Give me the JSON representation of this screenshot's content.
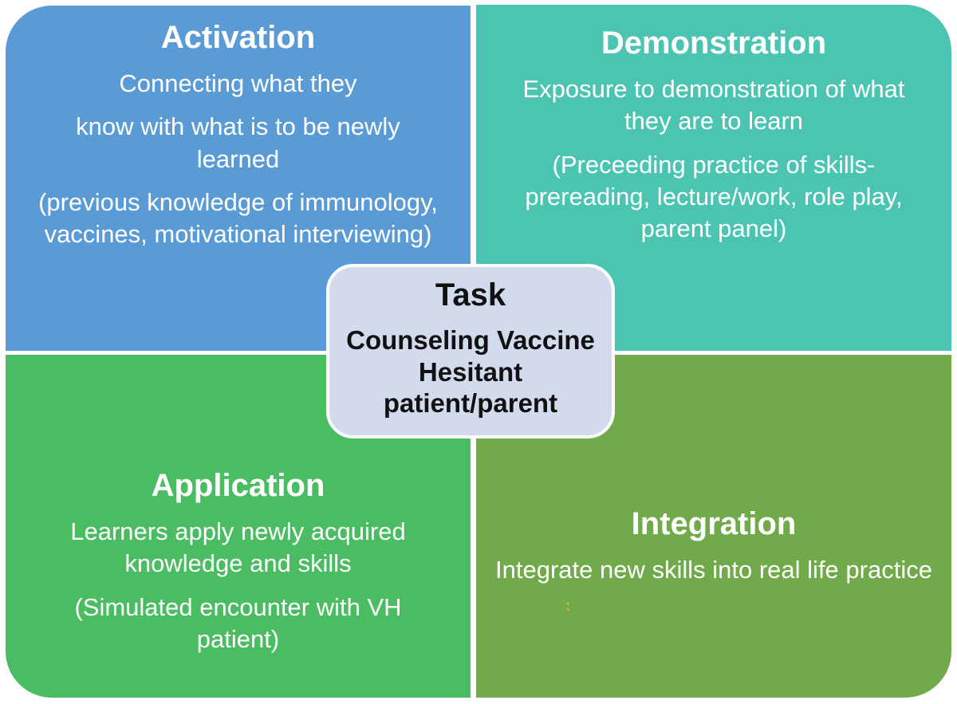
{
  "figure": {
    "background_color": "#ffffff",
    "text_color": "#ffffff",
    "task_text_color": "#111111"
  },
  "quadrants": {
    "activation": {
      "title": "Activation",
      "color": "#5b9bd5",
      "paragraphs": [
        "Connecting what they",
        "know with what is to be newly learned",
        "(previous knowledge of immunology, vaccines, motivational interviewing)"
      ]
    },
    "demonstration": {
      "title": "Demonstration",
      "color": "#4bc4b1",
      "paragraphs": [
        "Exposure to demonstration of what they are to learn",
        "(Preceeding practice of skills- prereading, lecture/work, role play, parent panel)"
      ]
    },
    "application": {
      "title": "Application",
      "color": "#4abd62",
      "paragraphs": [
        "Learners apply newly acquired knowledge and skills",
        "(Simulated encounter with VH patient)"
      ]
    },
    "integration": {
      "title": "Integration",
      "color": "#71aa4a",
      "paragraphs": [
        "Integrate new skills into real life practice"
      ],
      "stray_mark": ":"
    }
  },
  "task_box": {
    "title": "Task",
    "lines": [
      "Counseling Vaccine",
      "Hesitant",
      "patient/parent"
    ],
    "fill_color": "#d2dbed",
    "border_color": "#ffffff"
  }
}
